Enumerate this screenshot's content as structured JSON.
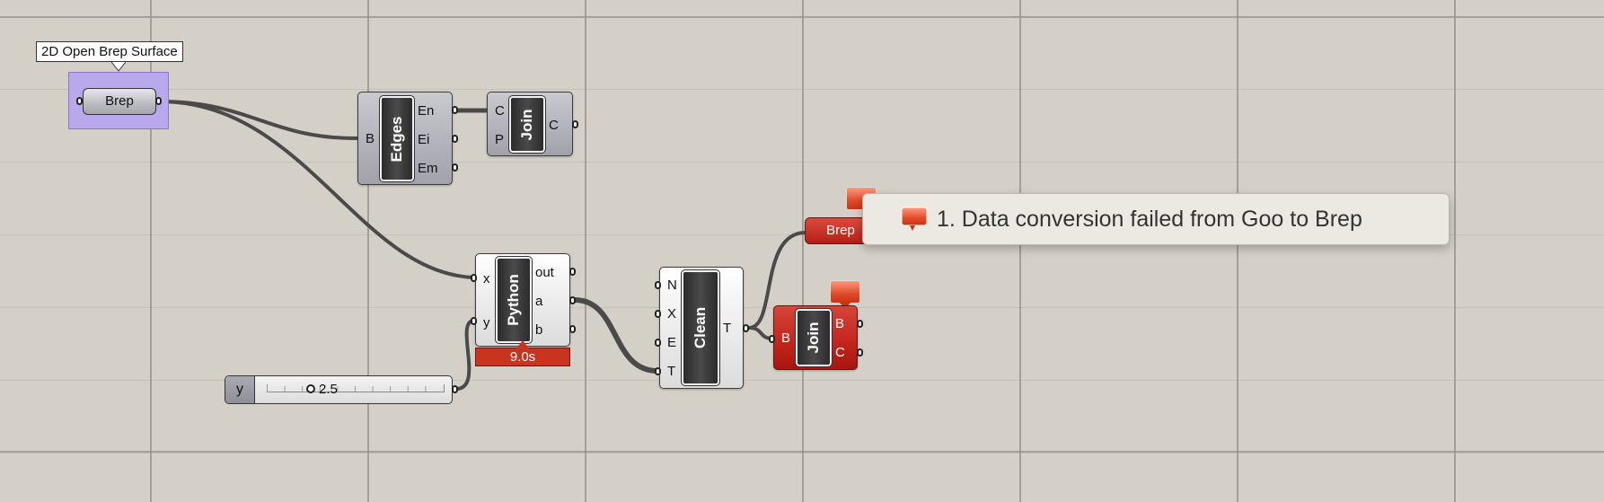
{
  "canvas": {
    "background": "#d4d0c8",
    "tooltip_label": "2D Open Brep Surface"
  },
  "brep_param": {
    "label": "Brep",
    "selection_color": "#b9a8ec"
  },
  "edges": {
    "name": "Edges",
    "inputs": [
      "B"
    ],
    "outputs": [
      "En",
      "Ei",
      "Em"
    ]
  },
  "join_top": {
    "name": "Join",
    "inputs": [
      "C",
      "P"
    ],
    "outputs": [
      "C"
    ]
  },
  "python": {
    "name": "Python",
    "inputs": [
      "x",
      "y"
    ],
    "outputs": [
      "out",
      "a",
      "b"
    ],
    "timer": "9.0s",
    "timer_color": "#c9341f"
  },
  "slider": {
    "name": "y",
    "value": "2.5"
  },
  "clean": {
    "name": "Clean",
    "inputs": [
      "N",
      "X",
      "E",
      "T"
    ],
    "outputs": [
      "T"
    ]
  },
  "brep_error": {
    "label": "Brep",
    "color": "#c5261d"
  },
  "join_error": {
    "name": "Join",
    "inputs": [
      "B"
    ],
    "outputs": [
      "B",
      "C"
    ],
    "color": "#c5261d"
  },
  "error_message": {
    "icon": "error-balloon-icon",
    "text": "1. Data conversion failed from Goo to Brep"
  }
}
